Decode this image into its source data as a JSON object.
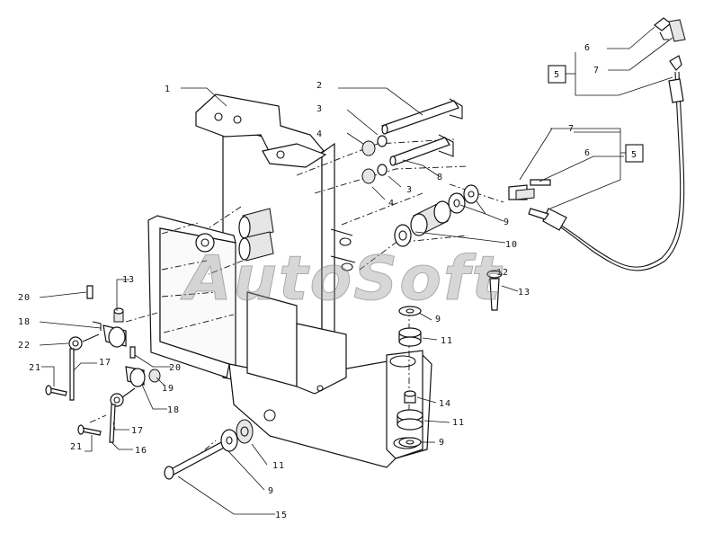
{
  "watermark": "AutoSoft",
  "callouts": {
    "c1": "1",
    "c2": "2",
    "c3a": "3",
    "c3b": "3",
    "c4a": "4",
    "c4b": "4",
    "c5a": "5",
    "c5b": "5",
    "c6a": "6",
    "c6b": "6",
    "c7a": "7",
    "c7b": "7",
    "c8": "8",
    "c9a": "9",
    "c9b": "9",
    "c9c": "9",
    "c9d": "9",
    "c10": "10",
    "c11a": "11",
    "c11b": "11",
    "c11c": "11",
    "c12": "12",
    "c13a": "13",
    "c13b": "13",
    "c14": "14",
    "c15": "15",
    "c16": "16",
    "c17a": "17",
    "c17b": "17",
    "c18a": "18",
    "c18b": "18",
    "c19": "19",
    "c20a": "20",
    "c20b": "20",
    "c21a": "21",
    "c21b": "21",
    "c22": "22"
  }
}
